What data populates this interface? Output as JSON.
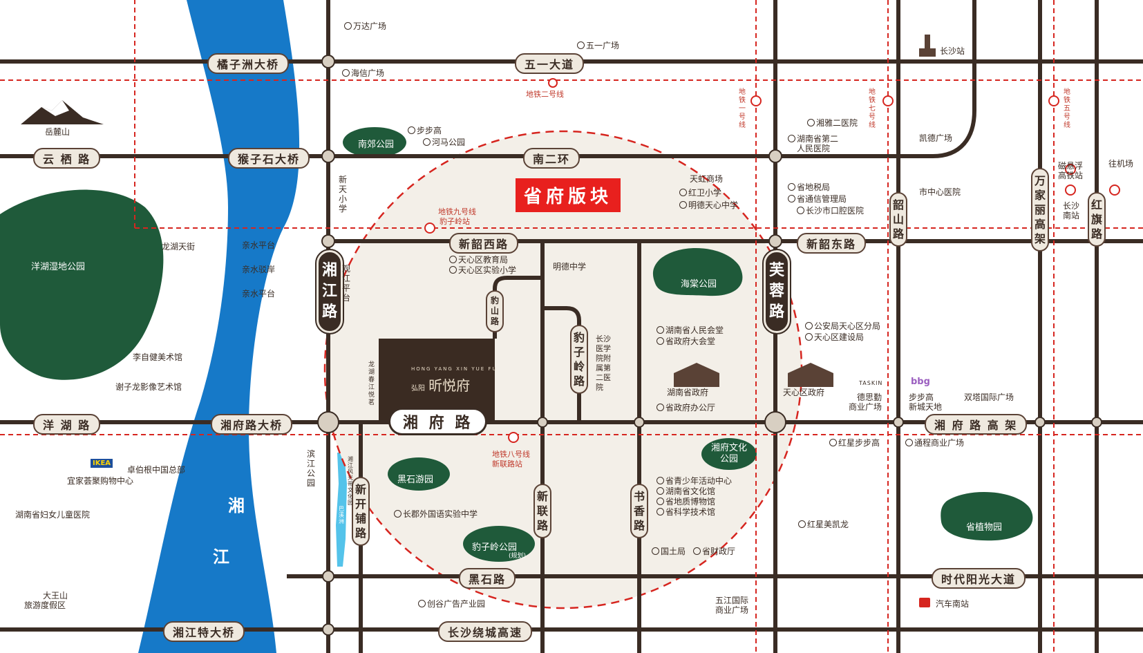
{
  "block_title": "省府版块",
  "project": {
    "name": "昕悦府",
    "sub": "弘阳",
    "en": "HONG YANG XIN YUE FU"
  },
  "colors": {
    "road": "#3a2c24",
    "river": "#1679c8",
    "park": "#1f5a3a",
    "metro": "#d6251f",
    "circle_bg": "#f3efe8"
  },
  "roads": {
    "h1": [
      "橘子洲大桥",
      "五一大道"
    ],
    "h2": [
      "云 栖 路",
      "猴子石大桥",
      "南二环"
    ],
    "h3": [
      "新韶西路",
      "新韶东路"
    ],
    "h4": [
      "洋 湖 路",
      "湘府路大桥",
      "湘 府 路",
      "湘 府 路 高 架"
    ],
    "h5": [
      "黑石路",
      "时代阳光大道"
    ],
    "h6": [
      "湘江特大桥",
      "长沙绕城高速"
    ],
    "v": [
      "湘江路",
      "芙蓉路",
      "韶山路",
      "万家丽高架",
      "红旗路",
      "豹子岭路",
      "新联路",
      "书香路",
      "新开铺路",
      "豹山路"
    ]
  },
  "river": [
    "湘",
    "江"
  ],
  "parks": [
    "洋湖湿地公园",
    "南郊公园",
    "海棠公园",
    "黑石游园",
    "豹子岭公园",
    "(规划)",
    "湘府文化公园",
    "省植物园"
  ],
  "metro": {
    "line2": "地铁二号线",
    "line1": "地铁一号线",
    "line7": "地铁七号线",
    "line5": "地铁五号线",
    "line9": "地铁九号线",
    "line9_station": "豹子岭站",
    "line8": "地铁八号线",
    "line8_station": "新联路站"
  },
  "places": [
    "万达广场",
    "五一广场",
    "海信广场",
    "长沙站",
    "岳麓山",
    "步步高",
    "河马公园",
    "湘雅二医院",
    "湖南省第二",
    "人民医院",
    "凯德广场",
    "往机场",
    "磁悬浮",
    "高铁站",
    "长沙",
    "南站",
    "天虹商场",
    "红卫小学",
    "明德天心中学",
    "省地税局",
    "省通信管理局",
    "长沙市口腔医院",
    "市中心医院",
    "龙湖天街",
    "亲水平台",
    "亲水驳岸",
    "亲水平台",
    "新天小学",
    "观江平台",
    "天心区教育局",
    "天心区实验小学",
    "明德中学",
    "长沙医学院附属第二医院",
    "湖南省人民会堂",
    "省政府大会堂",
    "公安局天心区分局",
    "天心区建设局",
    "李自健美术馆",
    "谢子龙影像艺术馆",
    "湖南省政府",
    "省政府办公厅",
    "天心区政府",
    "德思勤",
    "商业广场",
    "步步高",
    "新城天地",
    "双塔国际广场",
    "卓伯根中国总部",
    "宜家荟聚购物中心",
    "滨江公园",
    "湖南省妇女儿童医院",
    "长郡外国语实验中学",
    "省青少年活动中心",
    "湖南省文化馆",
    "省地质博物馆",
    "省科学技术馆",
    "红星步步高",
    "通程商业广场",
    "红星美凯龙",
    "国土局",
    "省财政厅",
    "五江国际",
    "商业广场",
    "大王山",
    "旅游度假区",
    "创谷广告产业园",
    "汽车南站",
    "龙湖春江悦茗",
    "湘江风光带文化园",
    "巴溪洲",
    "IKEA",
    "TASKIN",
    "bbg"
  ]
}
